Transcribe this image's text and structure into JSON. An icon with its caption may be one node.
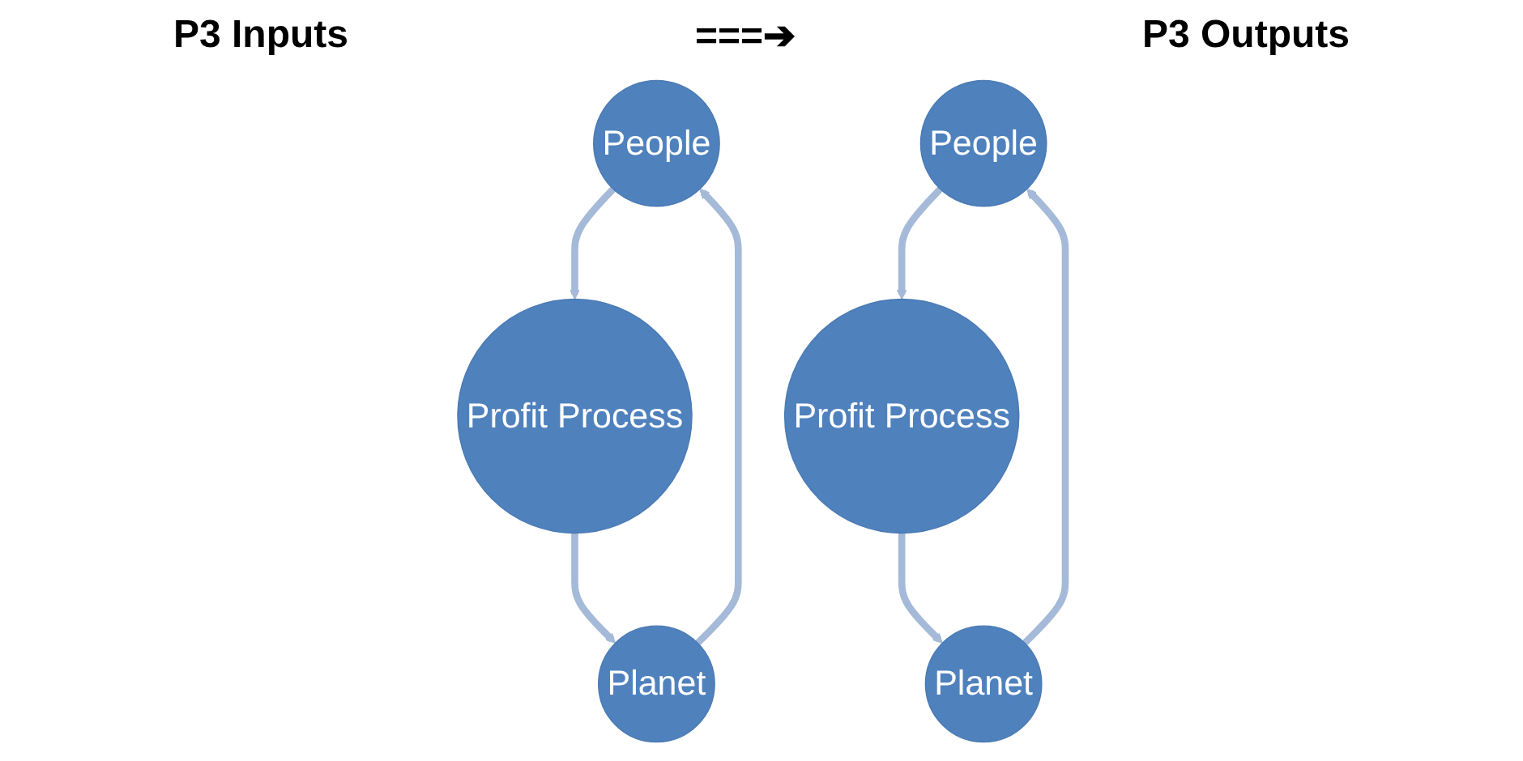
{
  "diagram": {
    "nodes": [
      {
        "text": [
          "People"
        ]
      },
      {
        "text": [
          "Profit Process"
        ]
      },
      {
        "text": [
          "Planet"
        ]
      },
      {
        "text": [
          "People"
        ]
      },
      {
        "text": [
          "Profit Process"
        ]
      },
      {
        "text": [
          "Planet"
        ]
      }
    ],
    "edges": [
      {
        "from": 0,
        "to": 1,
        "arrow": "to"
      },
      {
        "from": 1,
        "to": 2,
        "arrow": "to"
      },
      {
        "from": 2,
        "to": 0,
        "arrow": "to"
      },
      {
        "from": 3,
        "to": 4,
        "arrow": "to"
      },
      {
        "from": 4,
        "to": 5,
        "arrow": "to"
      },
      {
        "from": 5,
        "to": 3,
        "arrow": "to"
      }
    ],
    "labels": [
      "P3 Inputs",
      "===➔",
      "P3 Outputs"
    ]
  }
}
